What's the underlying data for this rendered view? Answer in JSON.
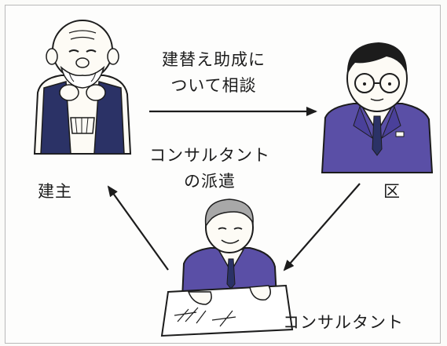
{
  "edges": {
    "owner_to_ward": {
      "line1": "建替え助成に",
      "line2": "ついて相談"
    },
    "ward_to_consultant": {
      "line1": "コンサルタント",
      "line2": "の派遣"
    }
  },
  "nodes": {
    "owner": "建主",
    "ward": "区",
    "consultant": "コンサルタント"
  },
  "colors": {
    "ink": "#1c1c1c",
    "suit_purple": "#5a4fa6",
    "vest_navy": "#2b3266",
    "skin": "#fdfbf5",
    "frame": "#b9b9b9"
  }
}
